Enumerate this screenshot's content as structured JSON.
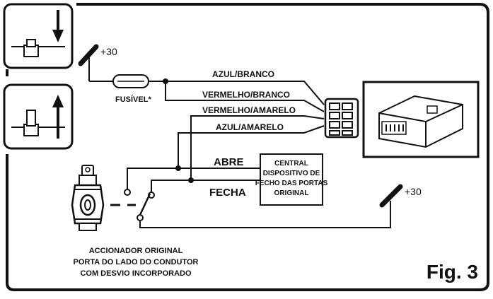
{
  "power_top": {
    "label": "+30"
  },
  "power_right": {
    "label": "+30"
  },
  "fuse": {
    "label": "FUSÍVEL*"
  },
  "wires": {
    "azul_branco": "AZUL/BRANCO",
    "vermelho_branco": "VERMELHO/BRANCO",
    "vermelho_amarelo": "VERMELHO/AMARELO",
    "azul_amarelo": "AZUL/AMARELO"
  },
  "signals": {
    "abre": "ABRE",
    "fecha": "FECHA"
  },
  "central_box": {
    "line1": "CENTRAL",
    "line2": "DISPOSITIVO DE",
    "line3": "FECHO DAS PORTAS",
    "line4": "ORIGINAL"
  },
  "caption": {
    "line1": "ACCIONADOR ORIGINAL",
    "line2": "PORTA DO LADO DO CONDUTOR",
    "line3": "COM DESVIO INCORPORADO"
  },
  "figure_label": "Fig. 3",
  "icons": {
    "lock_down": "lock-down-icon",
    "lock_up": "lock-up-icon",
    "module": "control-module-icon",
    "actuator": "door-actuator-icon"
  }
}
